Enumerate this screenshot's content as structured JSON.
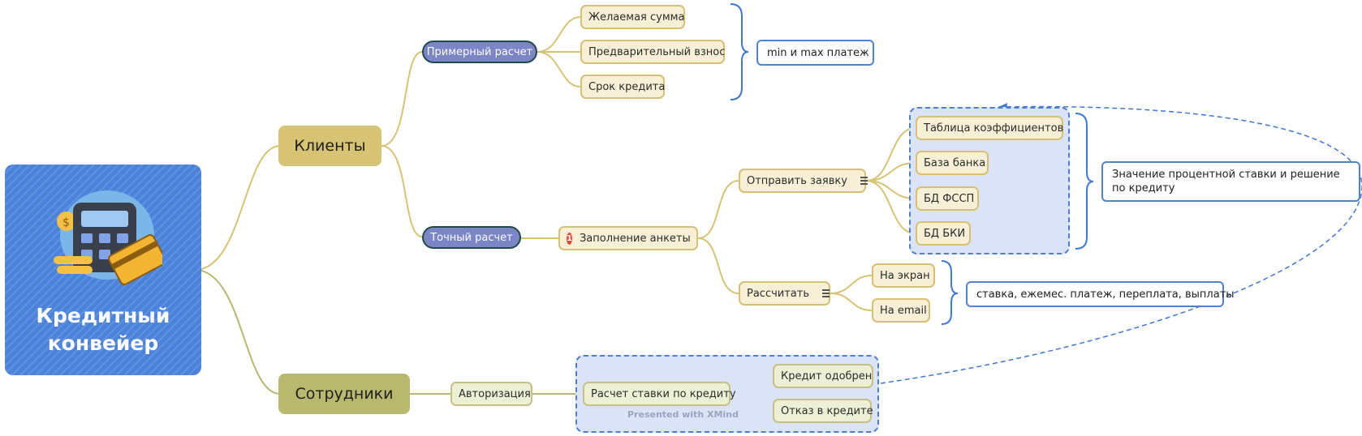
{
  "root": {
    "title_line1": "Кредитный",
    "title_line2": "конвейер",
    "icon": "calculator-card-icon"
  },
  "branches": {
    "clients": "Клиенты",
    "employees": "Сотрудники"
  },
  "clients": {
    "approx": "Примерный расчет",
    "approx_items": [
      "Желаемая сумма",
      "Предварительный взнос",
      "Срок кредита"
    ],
    "approx_note": "min и max платеж",
    "exact": "Точный расчет",
    "form": "Заполнение анкеты",
    "form_marker": "1",
    "send": "Отправить заявку",
    "send_items": [
      "Таблица коэффициентов",
      "База банка",
      "БД ФССП",
      "БД БКИ"
    ],
    "send_note": "Значение процентной ставки и решение по кредиту",
    "calc": "Рассчитать",
    "calc_items": [
      "На экран",
      "На email"
    ],
    "calc_note": "ставка, ежемес. платеж, переплата, выплаты"
  },
  "employees": {
    "auth": "Авторизация",
    "rate": "Расчет ставки по кредиту",
    "outcomes": [
      "Кредит одобрен",
      "Отказ в кредите"
    ]
  },
  "watermark": "Presented with XMind",
  "colors": {
    "root": "#4a82dc",
    "clients_branch": "#d8c374",
    "employees_branch": "#b9b86f",
    "bracket": "#3f78d4",
    "group": "#dbe4f6"
  }
}
